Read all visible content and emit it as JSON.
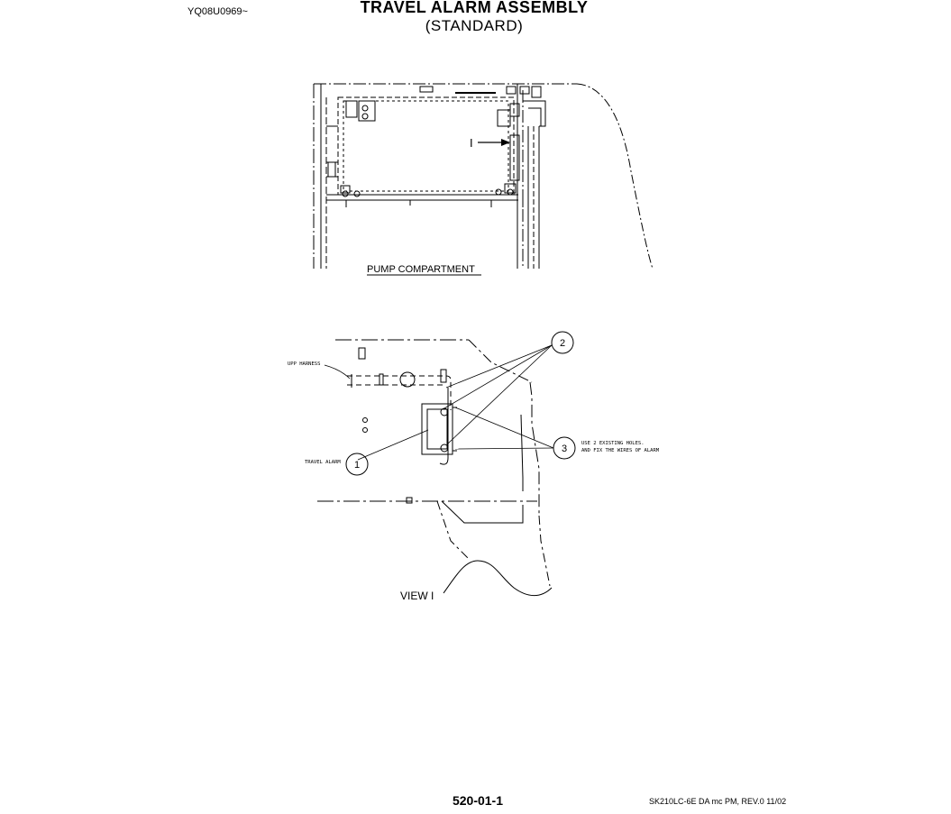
{
  "header": {
    "doc_id": "YQ08U0969~",
    "title": "TRAVEL ALARM ASSEMBLY",
    "subtitle": "(STANDARD)"
  },
  "top_view": {
    "label": "PUMP COMPARTMENT",
    "arrow_marker": "I"
  },
  "detail_view": {
    "label": "VIEW I",
    "callouts": [
      "1",
      "2",
      "3"
    ],
    "notes": {
      "upp_harness": "UPP HARNESS",
      "travel_alarm": "TRAVEL ALARM",
      "use_holes_line1": "USE 2 EXISTING HOLES.",
      "use_holes_line2": "AND FIX THE WIRES OF ALARM"
    }
  },
  "footer": {
    "page_number": "520-01-1",
    "reference": "SK210LC-6E DA mc PM, REV.0 11/02"
  }
}
